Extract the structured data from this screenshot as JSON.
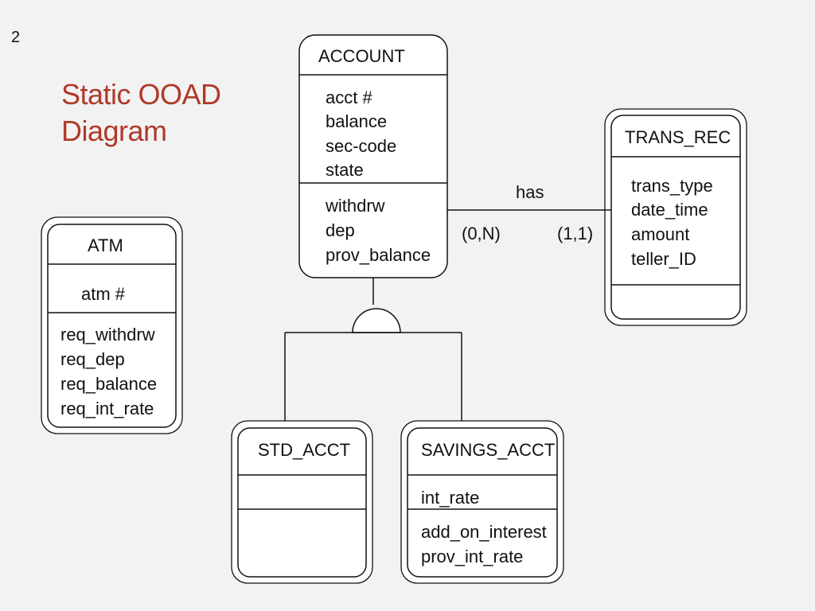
{
  "slide_number": "2",
  "title_lines": [
    "Static OOAD",
    "Diagram"
  ],
  "account": {
    "name": "ACCOUNT",
    "attributes": [
      "acct #",
      "balance",
      "sec-code",
      "state"
    ],
    "operations": [
      "withdrw",
      "dep",
      "prov_balance"
    ]
  },
  "trans_rec": {
    "name": "TRANS_REC",
    "attributes": [
      "trans_type",
      "date_time",
      "amount",
      "teller_ID"
    ]
  },
  "atm": {
    "name": "ATM",
    "attributes": [
      "atm #"
    ],
    "operations": [
      "req_withdrw",
      "req_dep",
      "req_balance",
      "req_int_rate"
    ]
  },
  "std_acct": {
    "name": "STD_ACCT"
  },
  "savings_acct": {
    "name": "SAVINGS_ACCT",
    "attributes": [
      "int_rate"
    ],
    "operations": [
      "add_on_interest",
      "prov_int_rate"
    ]
  },
  "relationship": {
    "label": "has",
    "left_cardinality": "(0,N)",
    "right_cardinality": "(1,1)"
  },
  "colors": {
    "title": "#b0392a",
    "background": "#f2f2f2",
    "stroke": "#111111"
  }
}
